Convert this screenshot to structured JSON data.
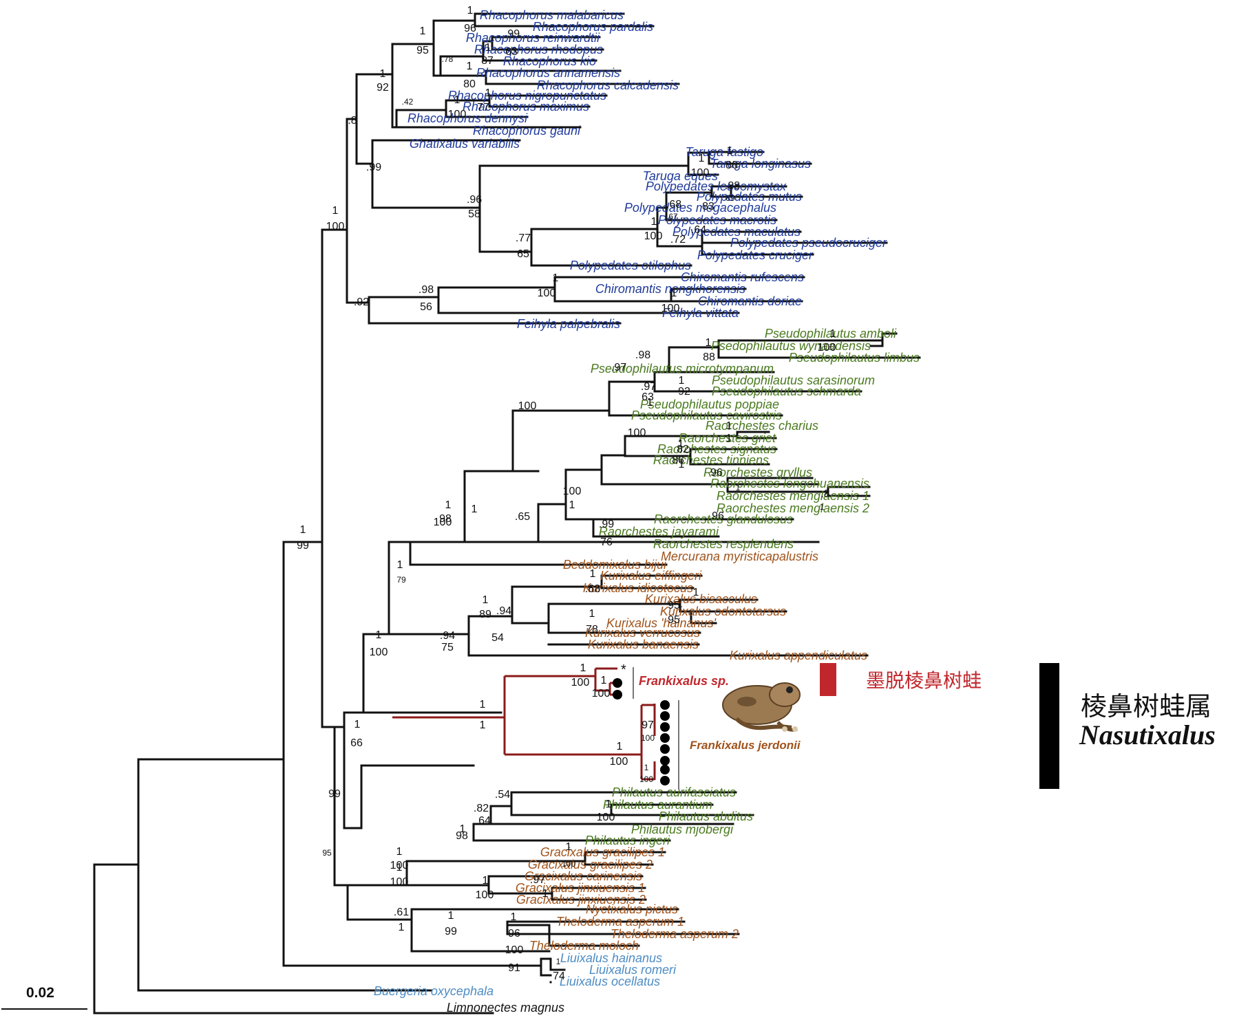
{
  "colors": {
    "rhacophorinae_blue": "#1f3a9a",
    "green": "#4a7a1f",
    "brown": "#a0531b",
    "light_blue": "#4d8cc4",
    "black": "#111111",
    "highlight_red": "#c0272d",
    "branch_red": "#8b1a1a"
  },
  "tips": [
    "Rhacophorus malabaricus",
    "Rhacophorus pardalis",
    "Rhacophorus reinwardtii",
    "Rhacophorus rhodopus",
    "Rhacophorus kio",
    "Rhacophorus annamensis",
    "Rhacophorus calcadensis",
    "Rhacophorus nigropunctatus",
    "Rhacophorus maximus",
    "Rhacophorus dennysi",
    "Rhacophorus gauni",
    "Ghatixalus variabilis",
    "Taruga fastigo",
    "Taruga longinasus",
    "Taruga eques",
    "Polypedates leucomystax",
    "Polypedates mutus",
    "Polypedates megacephalus",
    "Polypedates macrotis",
    "Polypedates maculatus",
    "Polypedates pseudocruciger",
    "Polypedates cruciger",
    "Polypedates otilophus",
    "Chiromantis rufescens",
    "Chiromantis nongkhorensis",
    "Chiromantis doriae",
    "Feihyla vittata",
    "Feihyla palpebralis",
    "Pseudophilautus amboli",
    "Psedophilautus wynaadensis",
    "Pseudophilautus limbus",
    "Pseudophilautus microtympanum",
    "Pseudophilautus sarasinorum",
    "Pseudophilautus schmarda",
    "Pseudophilautus poppiae",
    "Pseudophilautus cavirostris",
    "Raorchestes charius",
    "Raorchestes griet",
    "Raorchestes signatus",
    "Raorchestes tinniens",
    "Raorchestes gryllus",
    "Raorchestes longchuanensis",
    "Raorchestes menglaensis 1",
    "Raorchestes menglaensis 2",
    "Raorchestes glandulosus",
    "Raorchestes jayarami",
    "Raorchestes resplendens",
    "Mercurana myristicapalustris",
    "Beddomixalus bijui",
    "Kurixalus eiffingeri",
    "Kurixalus idiootocus",
    "Kurixalus bisacculus",
    "Kurixalus odontotarsus",
    "Kurixalus 'hainanus'",
    "Kurixalus verrucosus",
    "Kurixalus banaensis",
    "Kurixalus appendiculatus",
    "Philautus aurifasciatus",
    "Philautus aurantium",
    "Philautus abditus",
    "Philautus mjobergi",
    "Philautus ingeri",
    "Gracixalus gracilipes 1",
    "Gracixalus gracilipes 2",
    "Gracixalus carinensis",
    "Gracixalus jinxiuensis 1",
    "Gracixalus jinxiuensis 2",
    "Nyctixalus pictus",
    "Theloderma asperum 1",
    "Theloderma asperum 2",
    "Theloderma moloch",
    "Liuixalus hainanus",
    "Liuixalus romeri",
    "Liuixalus ocellatus",
    "Buergeria oxycephala",
    "Limnonectes magnus"
  ],
  "frankixalus_sp": "Frankixalus sp.",
  "frankixalus_jerdonii": "Frankixalus jerdonii",
  "asterisk": "*",
  "legend_red_label": "墨脱棱鼻树蛙",
  "genus_cn": "棱鼻树蛙属",
  "genus_latin": "Nasutixalus",
  "scale_bar_label": "0.02",
  "supports": [
    "1",
    "96",
    "1",
    "95",
    ".99",
    "63",
    "1",
    "87",
    ".78",
    "1",
    "80",
    "1",
    "92",
    "1",
    "77",
    "1",
    "100",
    ".42",
    ".8",
    ".99",
    "1",
    "86",
    "1",
    "100",
    ".88",
    "1",
    "89",
    "83",
    ".68",
    "67",
    "1",
    "100",
    ".64",
    ".72",
    ".77",
    "65",
    "1",
    "100",
    ".96",
    "58",
    "1",
    "100",
    "1",
    "100",
    ".98",
    "56",
    ".92",
    "1",
    "100",
    "1",
    "88",
    ".98",
    ".97",
    "1",
    "92",
    ".97",
    "63",
    "1",
    "100",
    "1",
    "1",
    "100",
    "1",
    "86",
    "82",
    "1",
    "96",
    "1",
    ".8",
    "1",
    "100",
    "1",
    "96",
    ".99",
    "76",
    ".65",
    "1",
    "98",
    "1",
    "100",
    "1",
    ".68",
    "95",
    "1",
    "95",
    "1",
    "78",
    ".94",
    "54",
    "1",
    "89",
    ".94",
    "75",
    "1",
    "79",
    "1",
    "100",
    "1",
    "100",
    "1",
    "100",
    "1",
    "1",
    "1",
    "100",
    "97",
    "100",
    "1",
    "100",
    "1",
    "66",
    ".54",
    "1",
    "100",
    ".82",
    "64",
    "1",
    "98",
    "1",
    "100",
    "1",
    "100",
    "1",
    "100",
    "1",
    "100",
    ".97",
    "1",
    "99",
    "1",
    "99",
    "1",
    "96",
    ".61",
    "1",
    "95",
    "100",
    "91",
    "1",
    "74",
    "1",
    "99"
  ]
}
